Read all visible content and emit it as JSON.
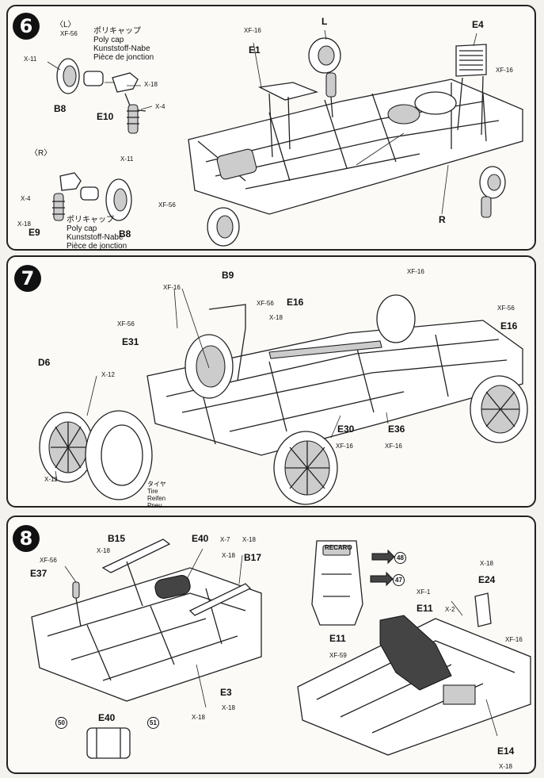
{
  "steps": [
    {
      "number": "6"
    },
    {
      "number": "7"
    },
    {
      "number": "8"
    }
  ],
  "step6": {
    "side_left": "〈L〉",
    "side_right": "〈R〉",
    "polycap_lines_left": [
      "ポリキャップ",
      "Poly cap",
      "Kunststoff-Nabe",
      "Pièce de jonction"
    ],
    "polycap_lines_right": [
      "ポリキャップ",
      "Poly cap",
      "Kunststoff-Nabe",
      "Pièce de jonction"
    ],
    "labels": {
      "xf56_a": "XF-56",
      "x11_a": "X-11",
      "b8_a": "B8",
      "x18_a": "X-18",
      "x4_a": "X-4",
      "e10": "E10",
      "x11_b": "X-11",
      "x4_b": "X-4",
      "x18_b": "X-18",
      "e9": "E9",
      "xf56_b": "XF-56",
      "b8_b": "B8",
      "xf16_a": "XF-16",
      "e1": "E1",
      "l": "L",
      "e4": "E4",
      "xf16_b": "XF-16",
      "r": "R"
    }
  },
  "step7": {
    "labels": {
      "b9": "B9",
      "xf16_a": "XF-16",
      "xf56_a": "XF-56",
      "e16_a": "E16",
      "x18": "X-18",
      "xf16_b": "XF-16",
      "xf56_b": "XF-56",
      "e31": "E31",
      "d6": "D6",
      "x12": "X-12",
      "xf56_c": "XF-56",
      "e16_b": "E16",
      "x11": "X-11",
      "e30": "E30",
      "xf16_c": "XF-16",
      "e36": "E36",
      "xf16_d": "XF-16"
    },
    "tire_lines": [
      "タイヤ",
      "Tire",
      "Reifen",
      "Pneu"
    ]
  },
  "step8": {
    "labels": {
      "b15": "B15",
      "x18_a": "X-18",
      "e40_a": "E40",
      "x7": "X-7",
      "x18_b": "X-18",
      "x18_c": "X-18",
      "b17": "B17",
      "xf56": "XF-56",
      "e37": "E37",
      "e3": "E3",
      "x18_d": "X-18",
      "x18_e": "X-18",
      "e40_b": "E40",
      "e11_a": "E11",
      "xf1": "XF-1",
      "e11_b": "E11",
      "x2": "X-2",
      "x18_f": "X-18",
      "e24": "E24",
      "xf16": "XF-16",
      "xf59": "XF-59",
      "e14": "E14",
      "x18_g": "X-18"
    },
    "seat_logo": "RECARO",
    "decal_refs": [
      "48",
      "47",
      "50",
      "51"
    ]
  },
  "colors": {
    "ink": "#111111",
    "paper": "#fbfaf7",
    "background": "#f4f2ee"
  }
}
